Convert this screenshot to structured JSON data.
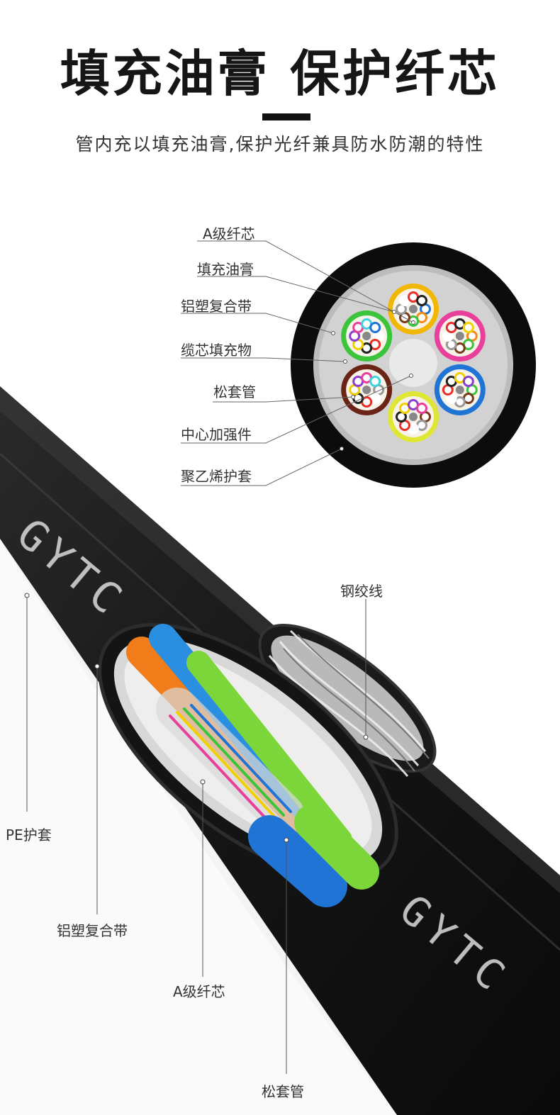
{
  "header": {
    "title": "填充油膏 保护纤芯",
    "subtitle": "管内充以填充油膏,保护光纤兼具防水防潮的特性"
  },
  "cross_section": {
    "labels": [
      "A级纤芯",
      "填充油膏",
      "铝塑复合带",
      "缆芯填充物",
      "松套管",
      "中心加强件",
      "聚乙烯护套"
    ],
    "tube_colors": [
      "#f2b705",
      "#e8409b",
      "#1f74d6",
      "#dfe635",
      "#6b2316",
      "#3cc43c"
    ],
    "fiber_colors": [
      "#1f74d6",
      "#f08a1c",
      "#3cc43c",
      "#7a3b1d",
      "#9a9a9a",
      "#ffffff",
      "#e8302a",
      "#222222",
      "#f2d000",
      "#8a3fd1",
      "#e8409b",
      "#3fd3e0"
    ]
  },
  "cable": {
    "labels": {
      "steel": "钢绞线",
      "pe": "PE护套",
      "aluminum": "铝塑复合带",
      "fiber": "A级纤芯",
      "tube": "松套管"
    },
    "tube_colors": [
      "#f07d1a",
      "#2a8fe0",
      "#7cd63a"
    ]
  }
}
